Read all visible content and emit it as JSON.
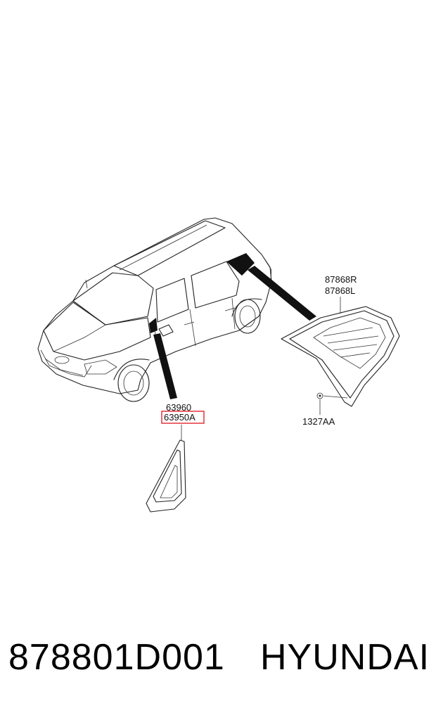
{
  "diagram": {
    "labels": {
      "right_part": "87868R",
      "left_part": "87868L",
      "clip": "1327AA",
      "upper_part": "63960",
      "highlighted_part": "63950A"
    },
    "highlight_color": "#e0141e"
  },
  "footer": {
    "part_number": "878801D001",
    "brand": "HYUNDAI"
  }
}
